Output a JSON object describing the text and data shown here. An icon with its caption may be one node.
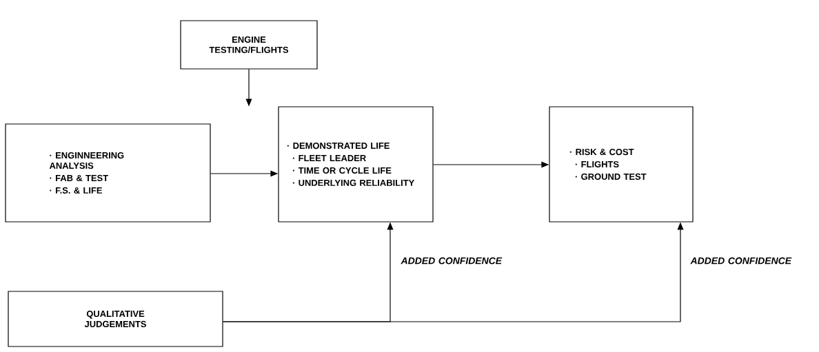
{
  "diagram": {
    "nodes": [
      {
        "text": [
          "ENGINE TESTING/FLIGHTS"
        ]
      },
      {
        "text": [
          "· ENGINNEERING ANALYSIS",
          "· FAB & TEST",
          "· F.S. & LIFE"
        ]
      },
      {
        "text": [
          "· DEMONSTRATED LIFE",
          "· FLEET LEADER",
          "· TIME OR CYCLE LIFE",
          "· UNDERLYING RELIABILITY"
        ]
      },
      {
        "text": [
          "· RISK & COST",
          "· FLIGHTS",
          "· GROUND TEST"
        ]
      },
      {
        "text": [
          "QUALITATIVE JUDGEMENTS"
        ]
      }
    ],
    "edges": [
      {
        "from": 0,
        "to": 2,
        "arrow": "to"
      },
      {
        "from": 1,
        "to": 2,
        "arrow": "to"
      },
      {
        "from": 2,
        "to": 3,
        "arrow": "to"
      },
      {
        "from": 4,
        "to": 2,
        "arrow": "to",
        "label": "ADDED CONFIDENCE"
      },
      {
        "from": 4,
        "to": 3,
        "arrow": "to",
        "label": "ADDED CONFIDENCE"
      }
    ]
  }
}
